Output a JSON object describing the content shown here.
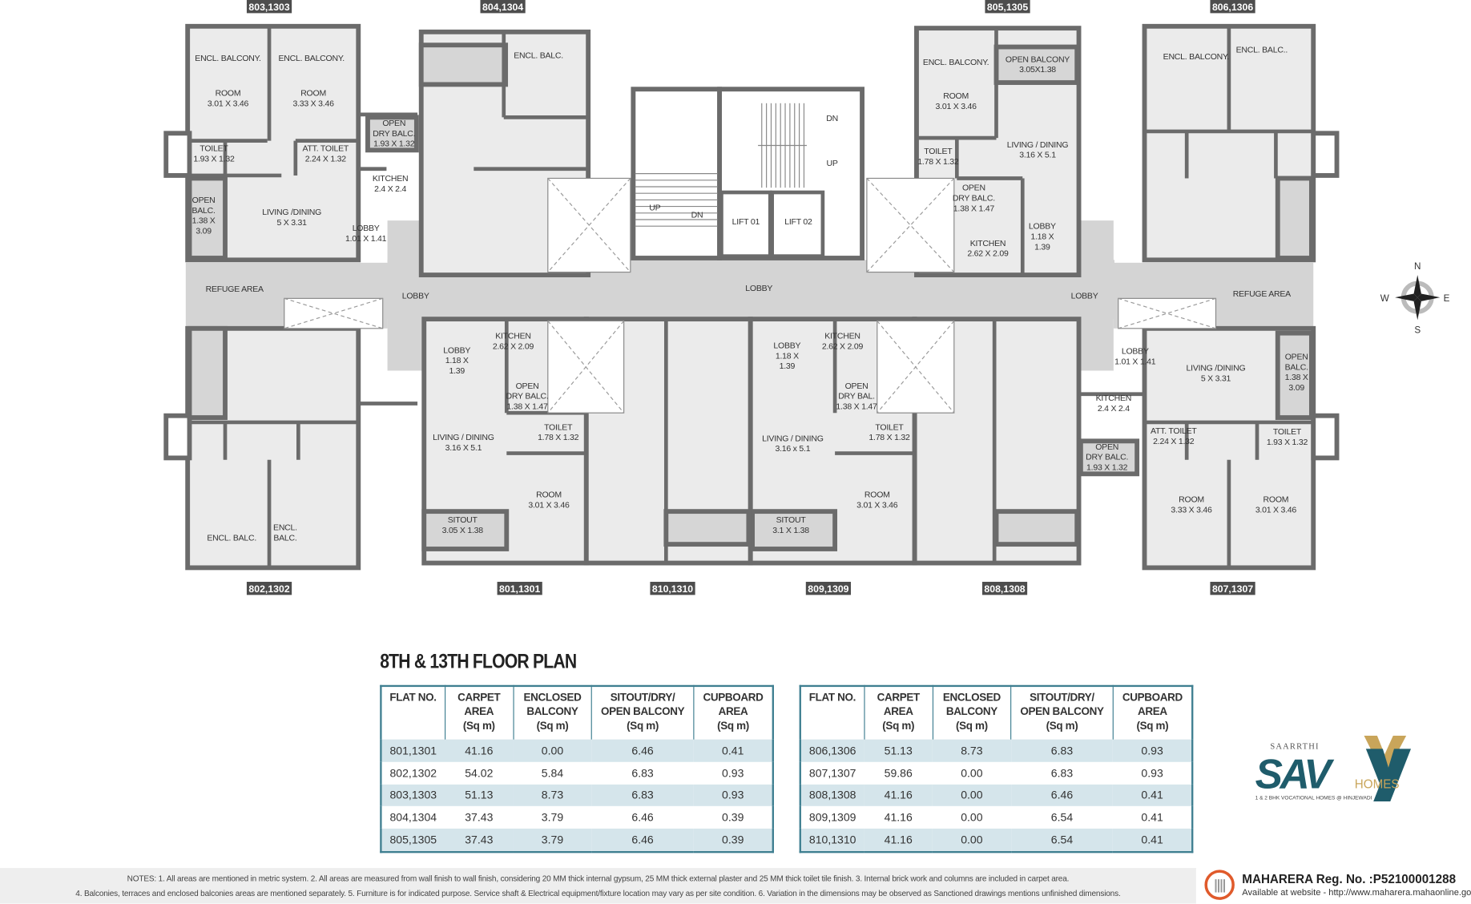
{
  "plan": {
    "unit_labels_top": [
      "803,1303",
      "804,1304",
      "805,1305",
      "806,1306"
    ],
    "unit_labels_bottom": [
      "802,1302",
      "801,1301",
      "810,1310",
      "809,1309",
      "808,1308",
      "807,1307"
    ],
    "rooms": [
      {
        "lines": [
          "ENCL. BALCONY."
        ]
      },
      {
        "lines": [
          "ENCL. BALCONY."
        ]
      },
      {
        "lines": [
          "ROOM",
          "3.01 X 3.46"
        ]
      },
      {
        "lines": [
          "ROOM",
          "3.33 X 3.46"
        ]
      },
      {
        "lines": [
          "TOILET",
          "1.93 X 1.32"
        ]
      },
      {
        "lines": [
          "ATT. TOILET",
          "2.24 X 1.32"
        ]
      },
      {
        "lines": [
          "OPEN",
          "DRY BALC.",
          "1.93 X 1.32"
        ]
      },
      {
        "lines": [
          "KITCHEN",
          "2.4 X 2.4"
        ]
      },
      {
        "lines": [
          "OPEN",
          "BALC.",
          "1.38 X",
          "3.09"
        ]
      },
      {
        "lines": [
          "LIVING /DINING",
          "5 X 3.31"
        ]
      },
      {
        "lines": [
          "LOBBY",
          "1.01 X 1.41"
        ]
      },
      {
        "lines": [
          "REFUGE AREA"
        ]
      },
      {
        "lines": [
          "LOBBY"
        ]
      },
      {
        "lines": [
          "ENCL. BALC."
        ]
      },
      {
        "lines": [
          "DN"
        ]
      },
      {
        "lines": [
          "UP"
        ]
      },
      {
        "lines": [
          "UP"
        ]
      },
      {
        "lines": [
          "DN"
        ]
      },
      {
        "lines": [
          "LIFT 01"
        ]
      },
      {
        "lines": [
          "LIFT 02"
        ]
      },
      {
        "lines": [
          "LOBBY"
        ]
      },
      {
        "lines": [
          "ENCL. BALCONY."
        ]
      },
      {
        "lines": [
          "OPEN BALCONY",
          "3.05X1.38"
        ]
      },
      {
        "lines": [
          "ROOM",
          "3.01 X 3.46"
        ]
      },
      {
        "lines": [
          "LIVING / DINING",
          "3.16 X 5.1"
        ]
      },
      {
        "lines": [
          "TOILET",
          "1.78 X 1.32"
        ]
      },
      {
        "lines": [
          "OPEN",
          "DRY BALC.",
          "1.38 X 1.47"
        ]
      },
      {
        "lines": [
          "LOBBY",
          "1.18 X",
          "1.39"
        ]
      },
      {
        "lines": [
          "KITCHEN",
          "2.62 X 2.09"
        ]
      },
      {
        "lines": [
          "ENCL. BALCONY."
        ]
      },
      {
        "lines": [
          "ENCL. BALC.."
        ]
      },
      {
        "lines": [
          "LOBBY"
        ]
      },
      {
        "lines": [
          "REFUGE AREA"
        ]
      },
      {
        "lines": [
          "ENCL. BALC."
        ]
      },
      {
        "lines": [
          "ENCL.",
          "BALC."
        ]
      },
      {
        "lines": [
          "LOBBY",
          "1.18 X",
          "1.39"
        ]
      },
      {
        "lines": [
          "KITCHEN",
          "2.62 X 2.09"
        ]
      },
      {
        "lines": [
          "OPEN",
          "DRY BALC.",
          "1.38 X 1.47"
        ]
      },
      {
        "lines": [
          "TOILET",
          "1.78 X 1.32"
        ]
      },
      {
        "lines": [
          "LIVING / DINING",
          "3.16 X 5.1"
        ]
      },
      {
        "lines": [
          "ROOM",
          "3.01 X 3.46"
        ]
      },
      {
        "lines": [
          "SITOUT",
          "3.05 X 1.38"
        ]
      },
      {
        "lines": [
          "LOBBY",
          "1.18 X",
          "1.39"
        ]
      },
      {
        "lines": [
          "KITCHEN",
          "2.62 X 2.09"
        ]
      },
      {
        "lines": [
          "OPEN",
          "DRY BAL.",
          "1.38 X 1.47"
        ]
      },
      {
        "lines": [
          "TOILET",
          "1.78 X 1.32"
        ]
      },
      {
        "lines": [
          "LIVING / DINING",
          "3.16 x 5.1"
        ]
      },
      {
        "lines": [
          "ROOM",
          "3.01 X 3.46"
        ]
      },
      {
        "lines": [
          "SITOUT",
          "3.1 X 1.38"
        ]
      },
      {
        "lines": [
          "LOBBY",
          "1.01 X 1.41"
        ]
      },
      {
        "lines": [
          "LIVING /DINING",
          "5 X 3.31"
        ]
      },
      {
        "lines": [
          "OPEN",
          "BALC.",
          "1.38 X",
          "3.09"
        ]
      },
      {
        "lines": [
          "KITCHEN",
          "2.4 X 2.4"
        ]
      },
      {
        "lines": [
          "ATT. TOILET",
          "2.24 X 1.32"
        ]
      },
      {
        "lines": [
          "TOILET",
          "1.93 X 1.32"
        ]
      },
      {
        "lines": [
          "OPEN",
          "DRY BALC.",
          "1.93 X 1.32"
        ]
      },
      {
        "lines": [
          "ROOM",
          "3.33 X 3.46"
        ]
      },
      {
        "lines": [
          "ROOM",
          "3.01 X 3.46"
        ]
      }
    ],
    "compass": {
      "n": "N",
      "s": "S",
      "e": "E",
      "w": "W"
    },
    "colors": {
      "wall": "#6b6b6b",
      "floor": "#ebebeb",
      "common": "#d4d4d4",
      "label_bg": "#4d4d4d"
    }
  },
  "title": "8TH & 13TH FLOOR PLAN",
  "tables": [
    {
      "headers": [
        "FLAT NO.",
        "CARPET\nAREA\n(Sq m)",
        "ENCLOSED\nBALCONY\n(Sq m)",
        "SITOUT/DRY/\nOPEN BALCONY\n(Sq m)",
        "CUPBOARD\nAREA\n(Sq m)"
      ],
      "rows": [
        [
          "801,1301",
          "41.16",
          "0.00",
          "6.46",
          "0.41"
        ],
        [
          "802,1302",
          "54.02",
          "5.84",
          "6.83",
          "0.93"
        ],
        [
          "803,1303",
          "51.13",
          "8.73",
          "6.83",
          "0.93"
        ],
        [
          "804,1304",
          "37.43",
          "3.79",
          "6.46",
          "0.39"
        ],
        [
          "805,1305",
          "37.43",
          "3.79",
          "6.46",
          "0.39"
        ]
      ]
    },
    {
      "headers": [
        "FLAT NO.",
        "CARPET\nAREA\n(Sq m)",
        "ENCLOSED\nBALCONY\n(Sq m)",
        "SITOUT/DRY/\nOPEN BALCONY\n(Sq m)",
        "CUPBOARD\nAREA\n(Sq m)"
      ],
      "rows": [
        [
          "806,1306",
          "51.13",
          "8.73",
          "6.83",
          "0.93"
        ],
        [
          "807,1307",
          "59.86",
          "0.00",
          "6.83",
          "0.93"
        ],
        [
          "808,1308",
          "41.16",
          "0.00",
          "6.46",
          "0.41"
        ],
        [
          "809,1309",
          "41.16",
          "0.00",
          "6.54",
          "0.41"
        ],
        [
          "810,1310",
          "41.16",
          "0.00",
          "6.54",
          "0.41"
        ]
      ]
    }
  ],
  "table_colors": {
    "border": "#3f7f91",
    "stripe": "#d5e5eb"
  },
  "logo": {
    "brand_top": "SAARRTHI",
    "brand": "SAVVY",
    "sub": "HOMES",
    "tagline": "1 & 2 BHK VOCATIONAL HOMES @ HINJEWADI",
    "colors": {
      "teal": "#1f5c6b",
      "gold": "#c9a55a"
    }
  },
  "notes": {
    "line1": "NOTES: 1. All areas are mentioned in metric system.   2. All areas are measured from wall finish to wall finish, considering 20 MM thick internal gypsum, 25 MM thick external plaster and 25 MM thick toilet tile finish.   3. Internal brick work and columns are included in carpet area.",
    "line2": "4. Balconies, terraces and enclosed balconies areas are mentioned separately.   5. Furniture is for indicated purpose. Service shaft & Electrical equipment/fixture location may vary as per site condition.   6. Variation in the dimensions may be observed as Sanctioned drawings mentions unfinished dimensions."
  },
  "rera": {
    "reg": "MAHARERA Reg. No. :P52100001288",
    "website": "Available at website - http://www.maharera.mahaonline.gov.in"
  }
}
